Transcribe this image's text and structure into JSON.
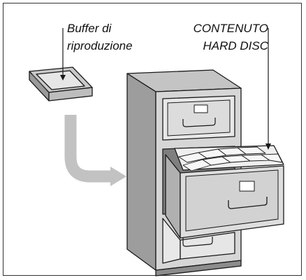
{
  "labels": {
    "buffer": {
      "line1": "Buffer di",
      "line2": "riproduzione"
    },
    "contenuto": {
      "line1": "CONTENUTO",
      "line2": "HARD DISC"
    }
  },
  "colors": {
    "cabinet_front": "#d6d6d6",
    "cabinet_side": "#9d9d9d",
    "cabinet_top": "#c4c4c4",
    "arrow_gray": "#c2c2c2",
    "outline": "#1a1a1a"
  },
  "icons": {
    "tray": "letter-tray-icon",
    "cabinet": "filing-cabinet-icon",
    "arrow": "curved-arrow-icon"
  }
}
